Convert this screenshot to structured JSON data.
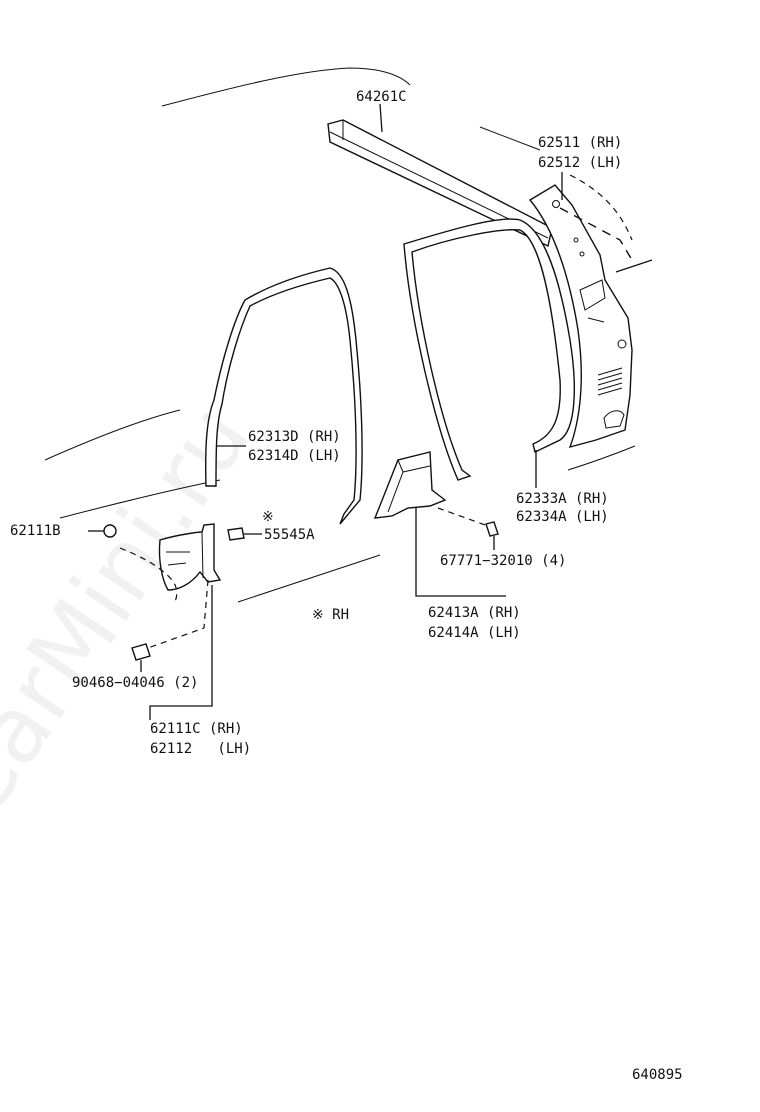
{
  "watermark": "ToyotaCarMini.ru",
  "diagram_id": "640895",
  "rh_note": "※ RH",
  "asterisk": "※",
  "parts": {
    "p64261": "64261C",
    "p62511": "62511 (RH)",
    "p62512": "62512 (LH)",
    "p62313": "62313D (RH)",
    "p62314": "62314D (LH)",
    "p62333": "62333A (RH)",
    "p62334": "62334A (LH)",
    "p62111b": "62111B",
    "p55545": "55545A",
    "p67771": "67771−32010 (4)",
    "p62413": "62413A (RH)",
    "p62414": "62414A (LH)",
    "p90468": "90468−04046 (2)",
    "p62111c": "62111C (RH)",
    "p62112": "62112   (LH)"
  }
}
